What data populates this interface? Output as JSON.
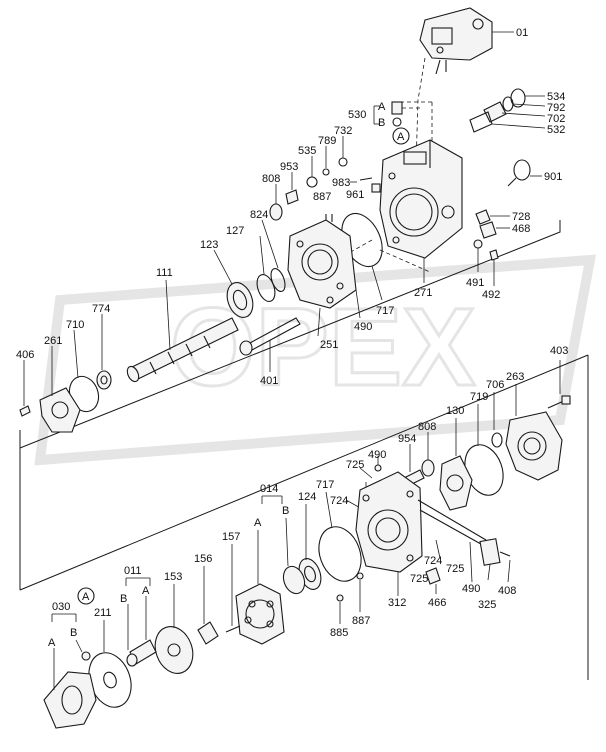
{
  "watermark": {
    "text": "OPEX"
  },
  "callouts": {
    "circle_a": "A",
    "a": "A",
    "b": "B"
  },
  "labels": {
    "p01": "01",
    "p534": "534",
    "p792": "792",
    "p702": "702",
    "p532": "532",
    "p530": "530",
    "p732": "732",
    "p789": "789",
    "p535": "535",
    "p953": "953",
    "p808a": "808",
    "p983": "983",
    "p961": "961",
    "p887a": "887",
    "p824": "824",
    "p901": "901",
    "p728": "728",
    "p468": "468",
    "p127": "127",
    "p123": "123",
    "p111": "111",
    "p774": "774",
    "p710": "710",
    "p261": "261",
    "p406": "406",
    "p491": "491",
    "p492": "492",
    "p271": "271",
    "p717a": "717",
    "p490a": "490",
    "p251": "251",
    "p401": "401",
    "p403": "403",
    "p263": "263",
    "p706": "706",
    "p719": "719",
    "p130": "130",
    "p808b": "808",
    "p954": "954",
    "p490b": "490",
    "p725a": "725",
    "p724a": "724",
    "p014": "014",
    "p124": "124",
    "p717b": "717",
    "p724b": "724",
    "p725b": "725",
    "p725c": "725",
    "p490c": "490",
    "p408": "408",
    "p466": "466",
    "p325": "325",
    "p312": "312",
    "p887b": "887",
    "p885": "885",
    "p157": "157",
    "p156": "156",
    "p153": "153",
    "p011": "011",
    "p030": "030",
    "p211": "211"
  }
}
